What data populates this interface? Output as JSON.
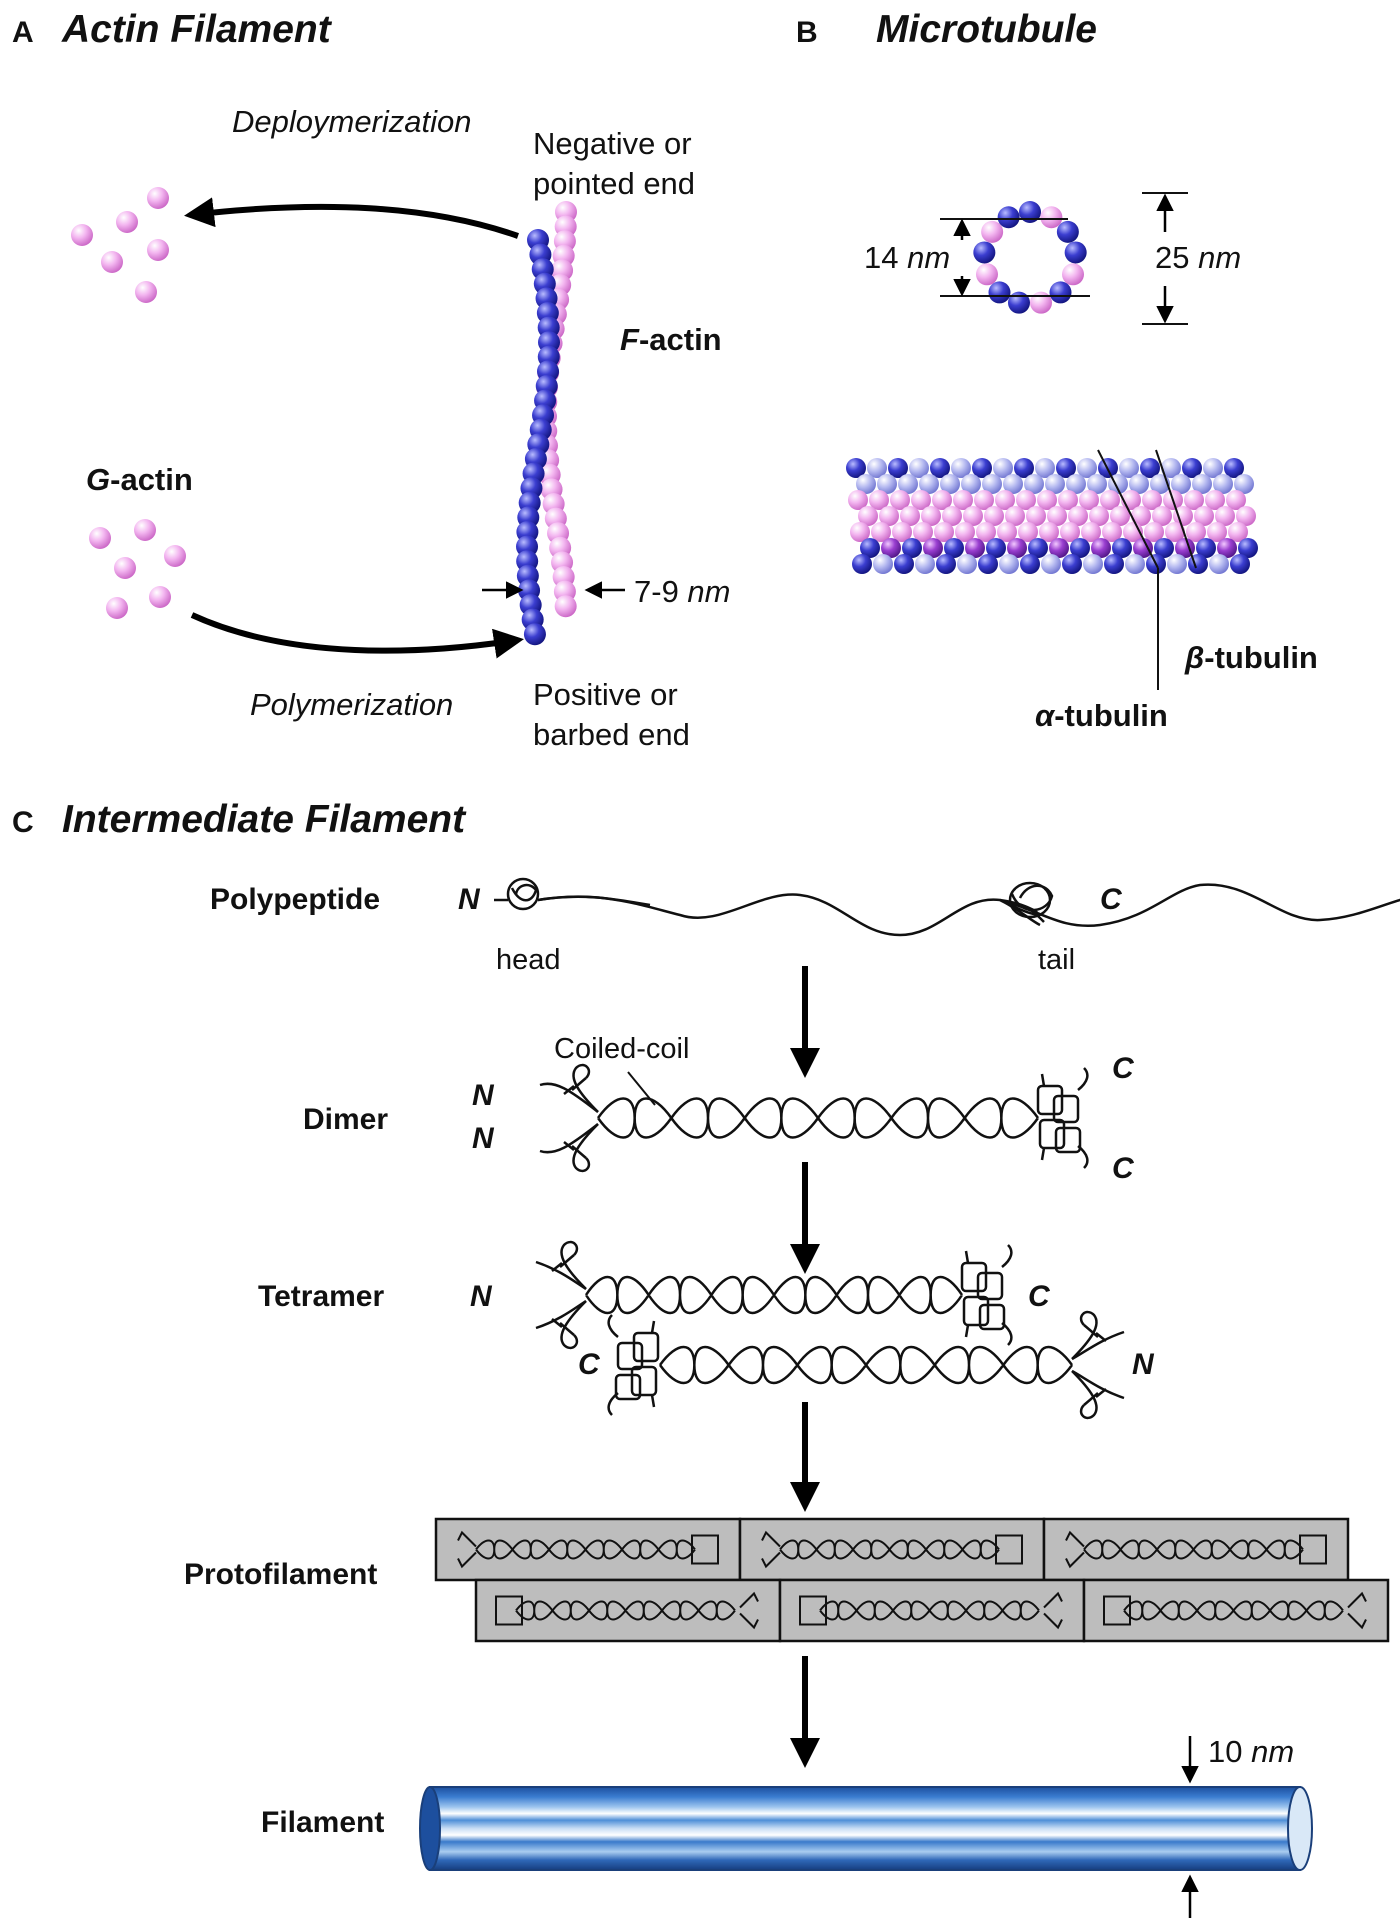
{
  "colors": {
    "blue_bead": "#2d2fc4",
    "pink_bead": "#e99ce6",
    "box_fill": "#bdbdbd",
    "filament_blue": "#2a6cc4"
  },
  "panel_a": {
    "letter": "A",
    "title": "Actin Filament",
    "depolymerization": "Deploymerization",
    "polymerization": "Polymerization",
    "neg_end_1": "Negative or",
    "neg_end_2": "pointed end",
    "pos_end_1": "Positive or",
    "pos_end_2": "barbed end",
    "f_actin_prefix": "F",
    "f_actin_suffix": "-actin",
    "g_actin_prefix": "G",
    "g_actin_suffix": "-actin",
    "width_value": "7-9 ",
    "width_unit": "nm"
  },
  "panel_b": {
    "letter": "B",
    "title": "Microtubule",
    "inner_value": "14 ",
    "inner_unit": "nm",
    "outer_value": "25 ",
    "outer_unit": "nm",
    "beta_symbol": "β",
    "beta_suffix": "-tubulin",
    "alpha_symbol": "α",
    "alpha_suffix": "-tubulin"
  },
  "panel_c": {
    "letter": "C",
    "title": "Intermediate Filament",
    "rows": [
      "Polypeptide",
      "Dimer",
      "Tetramer",
      "Protofilament",
      "Filament"
    ],
    "head": "head",
    "tail": "tail",
    "coiled_coil": "Coiled-coil",
    "n_term": "N",
    "c_term": "C",
    "diameter_value": "10 ",
    "diameter_unit": "nm"
  }
}
